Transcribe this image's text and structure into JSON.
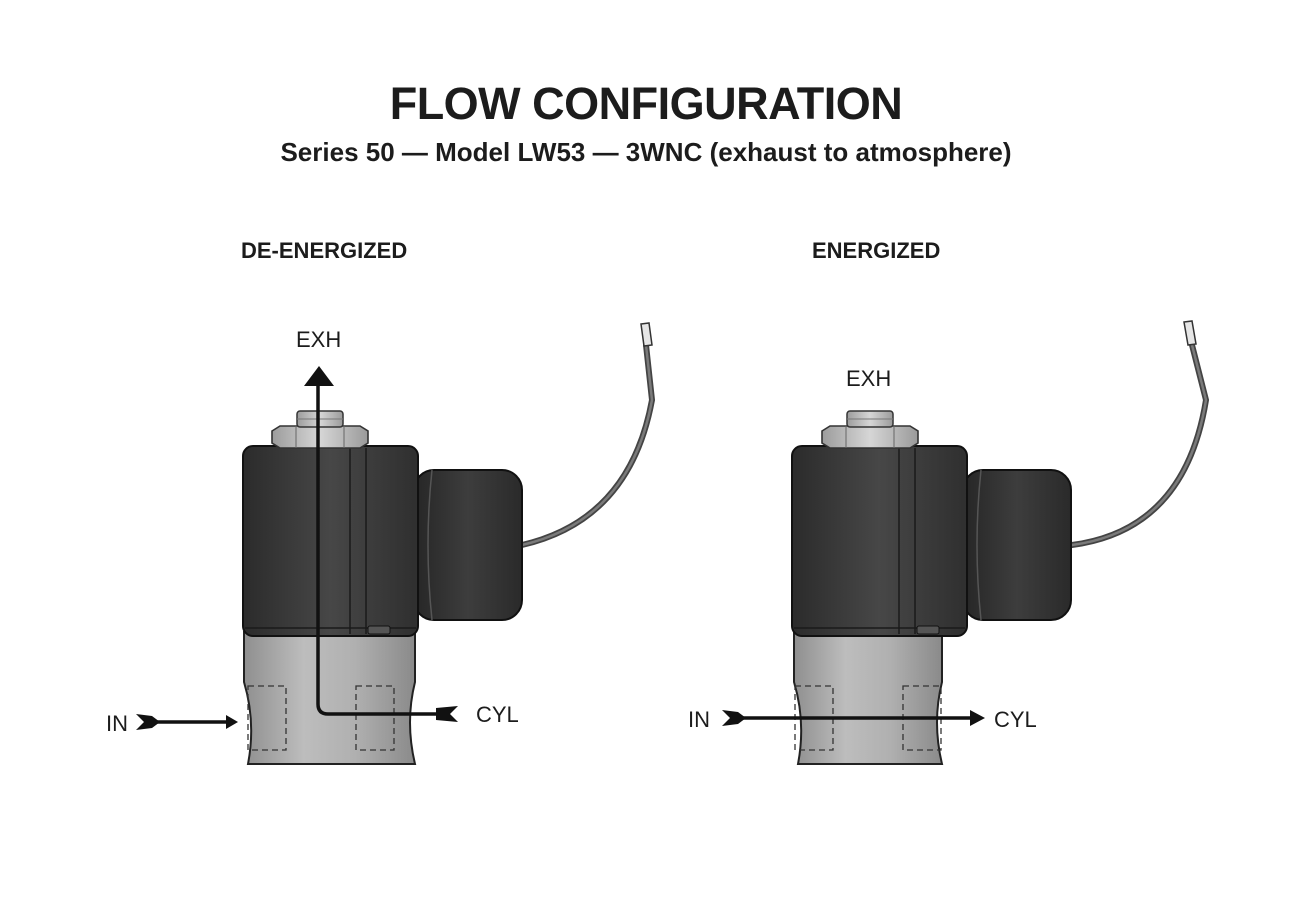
{
  "header": {
    "title": "FLOW CONFIGURATION",
    "subtitle": "Series 50 — Model LW53 — 3WNC (exhaust to atmosphere)"
  },
  "states": [
    {
      "label": "DE-ENERGIZED",
      "ports": {
        "exhaust": "EXH",
        "inlet": "IN",
        "cylinder": "CYL"
      },
      "flow": "cylinder-to-exhaust"
    },
    {
      "label": "ENERGIZED",
      "ports": {
        "exhaust": "EXH",
        "inlet": "IN",
        "cylinder": "CYL"
      },
      "flow": "inlet-to-cylinder"
    }
  ],
  "colors": {
    "coil": "#3a3a3a",
    "body": "#aaaaaa",
    "wire": "#5c5c5c",
    "nut": "#c4c4c4",
    "arrow": "#111111"
  }
}
